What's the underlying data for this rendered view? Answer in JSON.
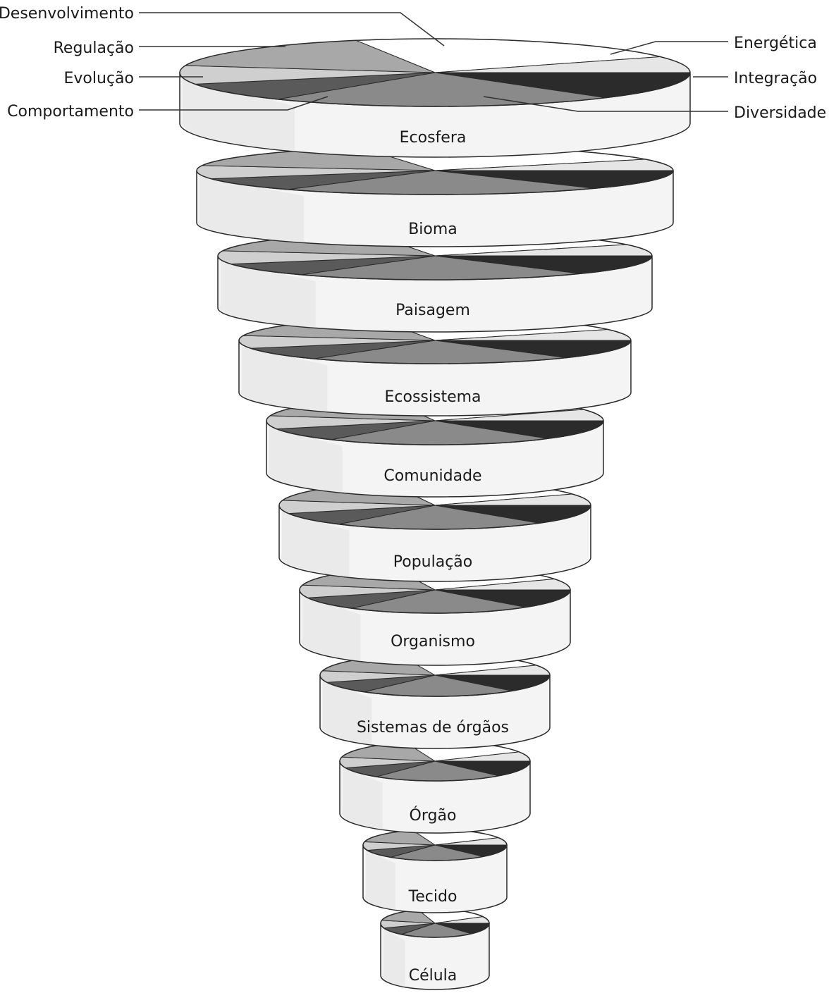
{
  "sectors": [
    {
      "name": "Desenvolvimento",
      "color": "#ffffff"
    },
    {
      "name": "Energética",
      "color": "#e6e6e6"
    },
    {
      "name": "Integração",
      "color": "#2b2b2b"
    },
    {
      "name": "Diversidade",
      "color": "#8a8a8a"
    },
    {
      "name": "Comportamento",
      "color": "#5a5a5a"
    },
    {
      "name": "Evolução",
      "color": "#cfcfcf"
    },
    {
      "name": "Regulação",
      "color": "#a8a8a8"
    }
  ],
  "left_labels": [
    "Desenvolvimento",
    "Regulação",
    "Evolução",
    "Comportamento"
  ],
  "right_labels": [
    "Energética",
    "Integração",
    "Diversidade"
  ],
  "tiers": [
    "Ecosfera",
    "Bioma",
    "Paisagem",
    "Ecossistema",
    "Comunidade",
    "População",
    "Organismo",
    "Sistemas de órgãos",
    "Órgão",
    "Tecido",
    "Célula"
  ],
  "colors": {
    "outline": "#2a2a2a",
    "band": "#f4f4f4",
    "leader": "#333333"
  }
}
